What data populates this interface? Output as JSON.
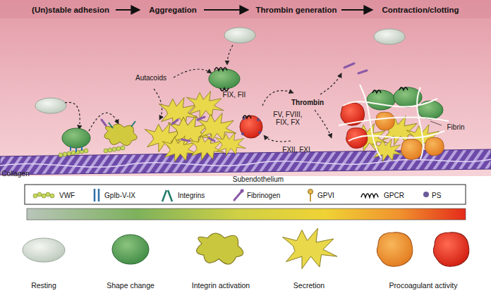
{
  "diagram": {
    "labels": [
      "(Un)stable adhesion",
      "Aggregation",
      "Thrombin generation",
      "Contraction/clotting",
      "Autacoids",
      "FIX, FII",
      "FV, FVIII, FIX, FX",
      "Thrombin",
      "FXII, FXI",
      "Fibrin",
      "Collagen",
      "Subendothelium"
    ],
    "legend": [
      {
        "text": "VWF"
      },
      {
        "text": "GpIb-V-IX"
      },
      {
        "text": "Integrins"
      },
      {
        "text": "Fibrinogen"
      },
      {
        "text": "GPVI"
      },
      {
        "text": "GPCR"
      },
      {
        "text": "PS"
      },
      {
        "text": "Resting"
      },
      {
        "text": "Shape change"
      },
      {
        "text": "Integrin activation"
      },
      {
        "text": "Secretion"
      },
      {
        "text": "Procoagulant activity"
      }
    ]
  }
}
